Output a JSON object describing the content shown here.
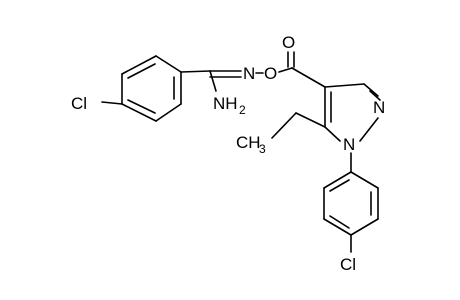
{
  "molecule": {
    "atoms": {
      "cl_left": "Cl",
      "cl_bottom": "Cl",
      "amine": "NH",
      "amine_sub": "2",
      "imine_n": "N",
      "ester_o": "O",
      "carbonyl_o": "O",
      "pyrazole_n2": "N",
      "pyrazole_n1": "N",
      "methyl": "CH",
      "methyl_sub": "3"
    },
    "colors": {
      "bond": "#000000",
      "text": "#000000",
      "background": "#ffffff"
    }
  }
}
